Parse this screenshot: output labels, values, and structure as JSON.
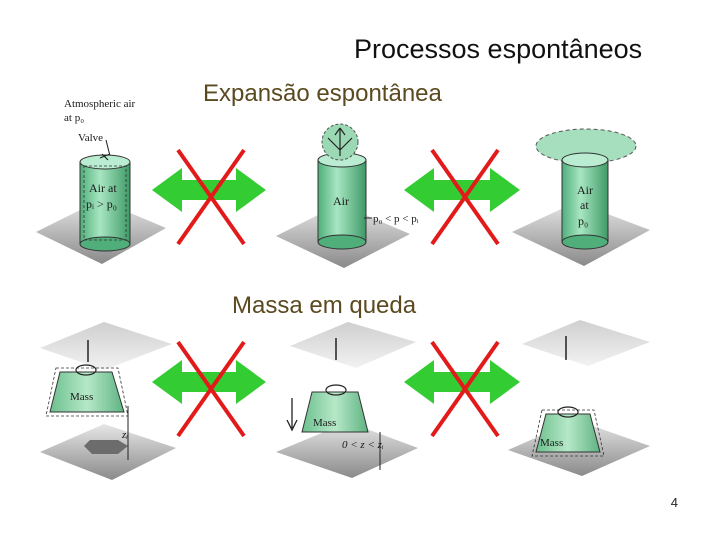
{
  "slide": {
    "title": "Processos espontâneos",
    "section_expansion": "Expansão espontânea",
    "section_fall": "Massa em queda",
    "page_number": "4"
  },
  "expansion": {
    "atm_line1": "Atmospheric air",
    "atm_line2": "at p₀",
    "valve": "Valve",
    "tank1_line1": "Air at",
    "tank1_line2": "pᵢ > p₀",
    "tank2": "Air",
    "tank2_pressure": "p₀ < p < pᵢ",
    "tank3_line1": "Air",
    "tank3_line2": "at",
    "tank3_line3": "p₀"
  },
  "fall": {
    "mass_label": "Mass",
    "height_label": "zᵢ",
    "range_label": "0 < z < zᵢ"
  },
  "colors": {
    "arrow": "#33cc33",
    "cross": "#e31a1a",
    "tank": "#7fd3a6",
    "mass": "#8fd5a6"
  }
}
